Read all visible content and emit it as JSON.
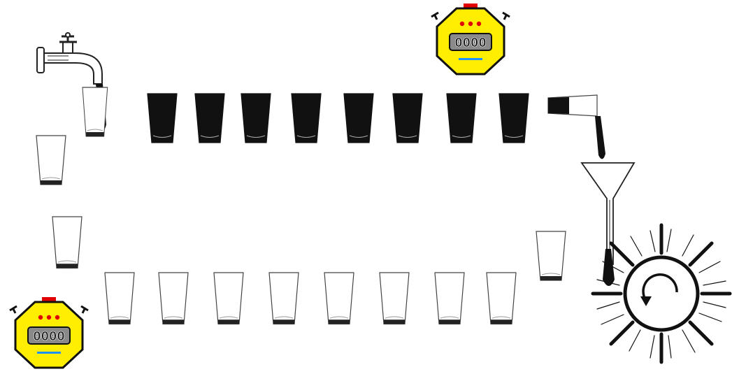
{
  "diagram": {
    "timers": [
      {
        "name": "top",
        "display": "0000",
        "accent": "#ffee00",
        "button": "#e00000",
        "bar": "#1e90ff"
      },
      {
        "name": "bottom",
        "display": "0000",
        "accent": "#ffee00",
        "button": "#e00000",
        "bar": "#1e90ff"
      }
    ],
    "top_row": {
      "filling_glass_level": 0.0,
      "full_glasses": 8,
      "tipped_glass_level": 0.3
    },
    "bottom_row": {
      "empty_glasses": 8
    },
    "left_column_empty_glasses": 2,
    "right_column_empty_glasses": 1,
    "icons": [
      "faucet-icon",
      "funnel-icon",
      "washer-rotate-icon",
      "stopwatch-icon"
    ],
    "colors": {
      "liquid": "#1a1a1a",
      "glass_stroke": "#333333",
      "timer_face": "#ffee00"
    }
  }
}
